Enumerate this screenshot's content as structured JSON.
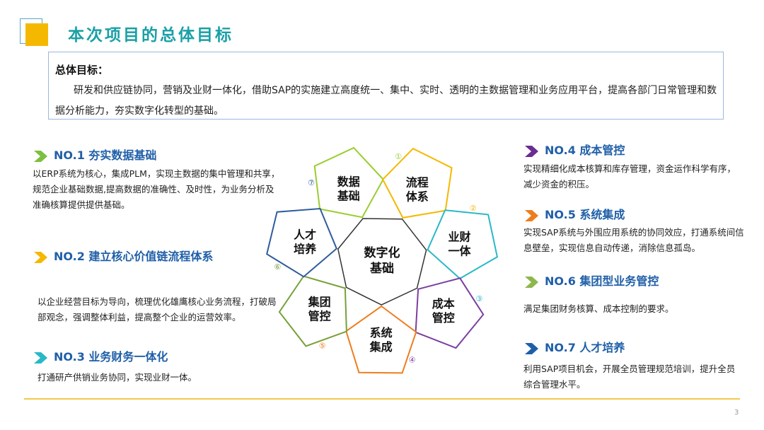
{
  "header": {
    "title": "本次项目的总体目标"
  },
  "goal": {
    "heading": "总体目标：",
    "body": "研发和供应链协同，营销及业财一体化，借助SAP的实施建立高度统一、集中、实时、透明的主数据管理和业务应用平台，提高各部门日常管理和数据分析能力，夯实数字化转型的基础。"
  },
  "items": [
    {
      "title": "NO.1 夯实数据基础",
      "text": "以ERP系统为核心，集成PLM，实现主数据的集中管理和共享，规范企业基础数据,提高数据的准确性、及时性，为业务分析及准确核算提供提供基础。",
      "arrow_color": "#7cbf3f"
    },
    {
      "title": "NO.2 建立核心价值链流程体系",
      "text": "以企业经营目标为导向，梳理优化雄鹰核心业务流程，打破局部观念，强调整体利益，提高整个企业的运营效率。",
      "arrow_color": "#f5b800"
    },
    {
      "title": "NO.3 业务财务一体化",
      "text": "打通研产供销业务协同，实现业财一体。",
      "arrow_color": "#29b8c8"
    },
    {
      "title": "NO.4 成本管控",
      "text": "实现精细化成本核算和库存管理，资金运作科学有序，减少资金的积压。",
      "arrow_color": "#6a2d91"
    },
    {
      "title": "NO.5 系统集成",
      "text": "实现SAP系统与外围应用系统的协同效应，打通系统间信息壁垒，实现信息自动传递，消除信息孤岛。",
      "arrow_color": "#ee7d1e"
    },
    {
      "title": "NO.6 集团型业务管控",
      "text": "满足集团财务核算、成本控制的要求。",
      "arrow_color": "#8cb84a"
    },
    {
      "title": "NO.7 人才培养",
      "text": "利用SAP项目机会，开展全员管理规范培训，提升全员综合管理水平。",
      "arrow_color": "#1f5fa8"
    }
  ],
  "diagram": {
    "center": {
      "line1": "数字化",
      "line2": "基础"
    },
    "petals": [
      {
        "num": "①",
        "line1": "数据",
        "line2": "基础",
        "color": "#9acd32"
      },
      {
        "num": "②",
        "line1": "流程",
        "line2": "体系",
        "color": "#f5b800"
      },
      {
        "num": "③",
        "line1": "业财",
        "line2": "一体",
        "color": "#29b8c8"
      },
      {
        "num": "④",
        "line1": "成本",
        "line2": "管控",
        "color": "#7b3fa0"
      },
      {
        "num": "⑤",
        "line1": "系统",
        "line2": "集成",
        "color": "#ee7d1e"
      },
      {
        "num": "⑥",
        "line1": "集团",
        "line2": "管控",
        "color": "#77a03a"
      },
      {
        "num": "⑦",
        "line1": "人才",
        "line2": "培养",
        "color": "#2e5c9e"
      }
    ]
  },
  "footer": {
    "page": "3"
  }
}
